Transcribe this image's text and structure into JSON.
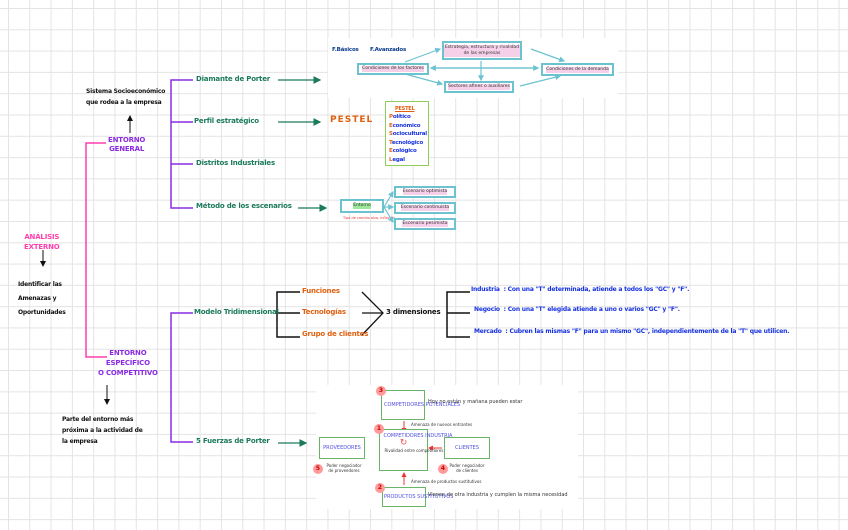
{
  "root": {
    "title_line1": "ANÁLISIS",
    "title_line2": "EXTERNO",
    "note": [
      "Identificar las",
      "Amenazas y",
      "Oportunidades"
    ]
  },
  "general": {
    "title_line1": "ENTORNO",
    "title_line2": "GENERAL",
    "note": [
      "Sistema Socioeconómico",
      "que rodea a la empresa"
    ],
    "items": [
      {
        "label": "Diamante de Porter"
      },
      {
        "label": "Perfil estratégico"
      },
      {
        "label": "Distritos Industriales"
      },
      {
        "label": "Método de los escenarios"
      }
    ]
  },
  "diamond": {
    "basicos": "F.Básicos",
    "avanzados": "F.Avanzados",
    "estrategia": "Estrategia, estructura y rivalidad de las empresas",
    "factores": "Condiciones de los factores",
    "demanda": "Condiciones de la demanda",
    "sectores": "Sectores afines o auxiliares"
  },
  "pestel": {
    "label": "PESTEL",
    "box_title": "PESTEL",
    "items": [
      {
        "initial": "P",
        "rest": "olítico"
      },
      {
        "initial": "E",
        "rest": "conómico"
      },
      {
        "initial": "S",
        "rest": "ociocultural"
      },
      {
        "initial": "T",
        "rest": "ecnológico"
      },
      {
        "initial": "E",
        "rest": "cológico"
      },
      {
        "initial": "L",
        "rest": "egal"
      }
    ]
  },
  "escenarios": {
    "entorno": "Entorno",
    "entorno_note": "Tipo de cambio alza, inflación...",
    "items": [
      "Escenario optimista",
      "Escenario continuista",
      "Escenario pesimista"
    ]
  },
  "especifico": {
    "title_line1": "ENTORNO",
    "title_line2": "ESPECÍFICO",
    "title_line3": "O COMPETITIVO",
    "note": [
      "Parte del entorno más",
      "próxima a la actividad de",
      "la empresa"
    ],
    "items": [
      {
        "label": "Modelo Tridimensional"
      },
      {
        "label": "5 Fuerzas de Porter"
      }
    ]
  },
  "tridimensional": {
    "dimensions": [
      "Funciones",
      "Tecnologías",
      "Grupo de clientes"
    ],
    "summary": "3 dimensiones",
    "levels": [
      {
        "name": "Industria",
        "text": ": Con una \"T\" determinada, atiende a todos los \"GC\" y \"F\"."
      },
      {
        "name": "Negocio",
        "text": ": Con una \"T\" elegida atiende a uno o varios \"GC\" y \"F\"."
      },
      {
        "name": "Mercado",
        "text": ": Cubren las mismas \"F\" para un mismo \"GC\", independientemente de la \"T\" que utilicen."
      }
    ]
  },
  "fuerzas": {
    "potenciales": "COMPETIDORES POTENCIALES",
    "potenciales_num": "3",
    "potenciales_note": "Hoy no están y mañana pueden estar",
    "amenaza_entrantes": "Amenaza de nuevos entrantes",
    "industria": "COMPETIDORES INDUSTRIA",
    "industria_num": "1",
    "rivalidad": "Rivalidad entre competidores",
    "proveedores": "PROVEEDORES",
    "proveedores_num": "5",
    "poder_proveedores": "Poder negociador de proveedores",
    "clientes": "CLIENTES",
    "clientes_num": "4",
    "poder_clientes": "Poder negociador de clientes",
    "sustitutos": "PRODUCTOS SUSTITUTIVOS",
    "sustitutos_num": "2",
    "sustitutos_note": "Vienen de otra industria y cumplen la misma necesidad",
    "amenaza_sustitutos": "Amenaza de productos sustitutivos"
  },
  "colors": {
    "pink": "#ff3fae",
    "purple": "#8a2be2",
    "green": "#1a7a5a",
    "orange": "#e06010",
    "blue": "#1530e0"
  }
}
